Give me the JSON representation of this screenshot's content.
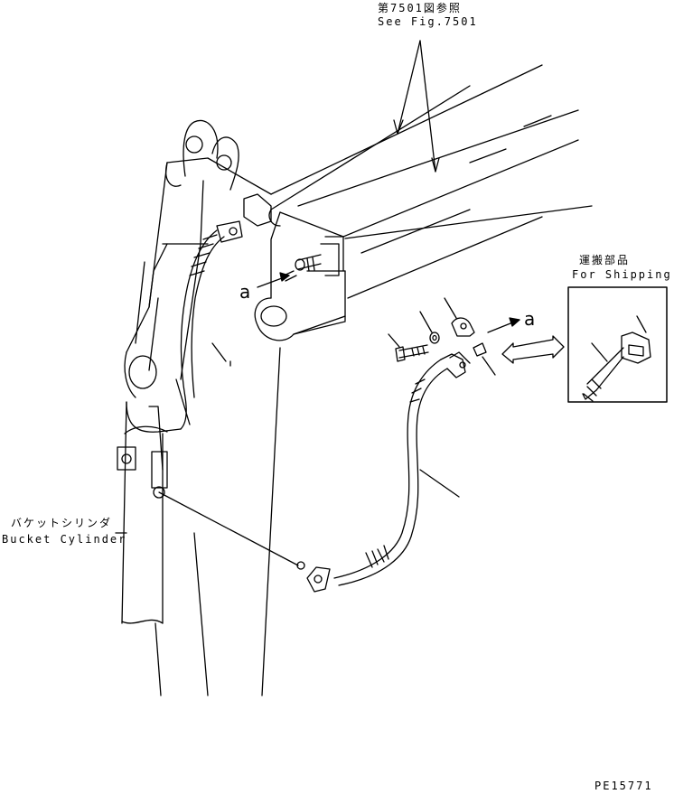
{
  "callouts": {
    "see_fig_jp": "第7501図参照",
    "see_fig_en": "See Fig.7501",
    "shipping_jp": "運搬部品",
    "shipping_en": "For Shipping",
    "bucket_cylinder_jp": "バケットシリンダ",
    "bucket_cylinder_en": "Bucket Cylinder",
    "ref_a_left": "a",
    "ref_a_right": "a"
  },
  "drawing_code": "PE15771"
}
